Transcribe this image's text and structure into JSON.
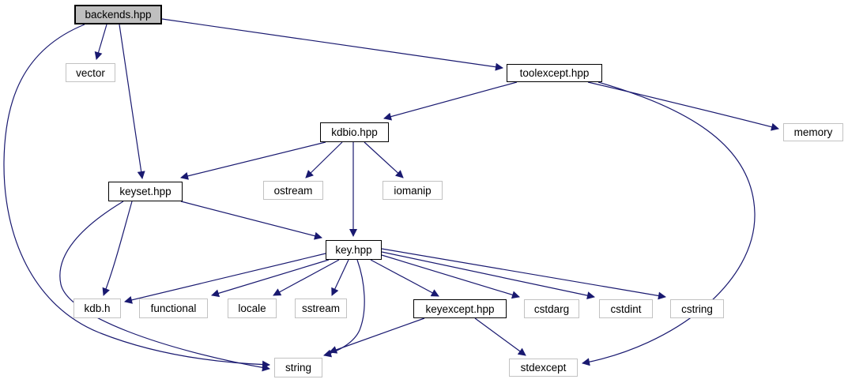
{
  "diagram": {
    "type": "include-dependency-graph",
    "background": "#ffffff",
    "edge_color": "#191970",
    "root_fill": "#bfbfbf",
    "documented_border": "#000000",
    "system_border": "#c2c2c2",
    "nodes": [
      {
        "id": "backends.hpp",
        "label": "backends.hpp",
        "kind": "root"
      },
      {
        "id": "vector",
        "label": "vector",
        "kind": "system"
      },
      {
        "id": "toolexcept.hpp",
        "label": "toolexcept.hpp",
        "kind": "documented"
      },
      {
        "id": "memory",
        "label": "memory",
        "kind": "system"
      },
      {
        "id": "kdbio.hpp",
        "label": "kdbio.hpp",
        "kind": "documented"
      },
      {
        "id": "ostream",
        "label": "ostream",
        "kind": "system"
      },
      {
        "id": "iomanip",
        "label": "iomanip",
        "kind": "system"
      },
      {
        "id": "keyset.hpp",
        "label": "keyset.hpp",
        "kind": "documented"
      },
      {
        "id": "key.hpp",
        "label": "key.hpp",
        "kind": "documented"
      },
      {
        "id": "kdb.h",
        "label": "kdb.h",
        "kind": "system"
      },
      {
        "id": "functional",
        "label": "functional",
        "kind": "system"
      },
      {
        "id": "locale",
        "label": "locale",
        "kind": "system"
      },
      {
        "id": "sstream",
        "label": "sstream",
        "kind": "system"
      },
      {
        "id": "keyexcept.hpp",
        "label": "keyexcept.hpp",
        "kind": "documented"
      },
      {
        "id": "cstdarg",
        "label": "cstdarg",
        "kind": "system"
      },
      {
        "id": "cstdint",
        "label": "cstdint",
        "kind": "system"
      },
      {
        "id": "cstring",
        "label": "cstring",
        "kind": "system"
      },
      {
        "id": "string",
        "label": "string",
        "kind": "system"
      },
      {
        "id": "stdexcept",
        "label": "stdexcept",
        "kind": "system"
      }
    ],
    "edges": [
      {
        "from": "backends.hpp",
        "to": "vector"
      },
      {
        "from": "backends.hpp",
        "to": "toolexcept.hpp"
      },
      {
        "from": "backends.hpp",
        "to": "keyset.hpp"
      },
      {
        "from": "backends.hpp",
        "to": "string"
      },
      {
        "from": "toolexcept.hpp",
        "to": "kdbio.hpp"
      },
      {
        "from": "toolexcept.hpp",
        "to": "memory"
      },
      {
        "from": "toolexcept.hpp",
        "to": "stdexcept"
      },
      {
        "from": "kdbio.hpp",
        "to": "keyset.hpp"
      },
      {
        "from": "kdbio.hpp",
        "to": "ostream"
      },
      {
        "from": "kdbio.hpp",
        "to": "iomanip"
      },
      {
        "from": "kdbio.hpp",
        "to": "key.hpp"
      },
      {
        "from": "keyset.hpp",
        "to": "key.hpp"
      },
      {
        "from": "keyset.hpp",
        "to": "kdb.h"
      },
      {
        "from": "keyset.hpp",
        "to": "string"
      },
      {
        "from": "key.hpp",
        "to": "kdb.h"
      },
      {
        "from": "key.hpp",
        "to": "functional"
      },
      {
        "from": "key.hpp",
        "to": "locale"
      },
      {
        "from": "key.hpp",
        "to": "sstream"
      },
      {
        "from": "key.hpp",
        "to": "string"
      },
      {
        "from": "key.hpp",
        "to": "keyexcept.hpp"
      },
      {
        "from": "key.hpp",
        "to": "cstdarg"
      },
      {
        "from": "key.hpp",
        "to": "cstdint"
      },
      {
        "from": "key.hpp",
        "to": "cstring"
      },
      {
        "from": "keyexcept.hpp",
        "to": "string"
      },
      {
        "from": "keyexcept.hpp",
        "to": "stdexcept"
      }
    ]
  }
}
